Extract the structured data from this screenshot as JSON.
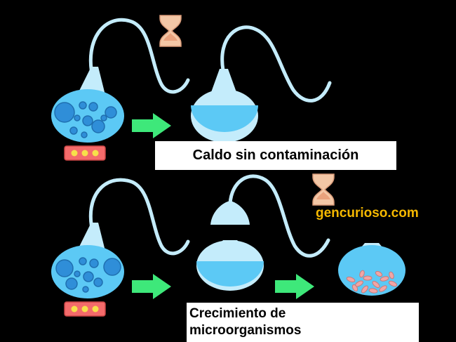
{
  "captions": {
    "top": "Caldo sin contaminación",
    "bottom": "Crecimiento de\nmicroorganismos"
  },
  "watermark": "gencurioso.com",
  "colors": {
    "background": "#000000",
    "flask_fill": "#5cc9f5",
    "flask_light": "#c4ecfb",
    "bubble": "#2f8ed8",
    "arrow": "#3ee87a",
    "heater": "#f46b6b",
    "heater_dots": "#f7e14a",
    "hourglass": "#f3c7a6",
    "tube": "#c4ecfb",
    "label_bg": "#ffffff",
    "watermark": "#f5b800",
    "microbes": "#f1a5a5"
  },
  "icons": [
    "heater-icon",
    "arrow-right-icon",
    "hourglass-icon",
    "swan-neck-flask-icon"
  ]
}
